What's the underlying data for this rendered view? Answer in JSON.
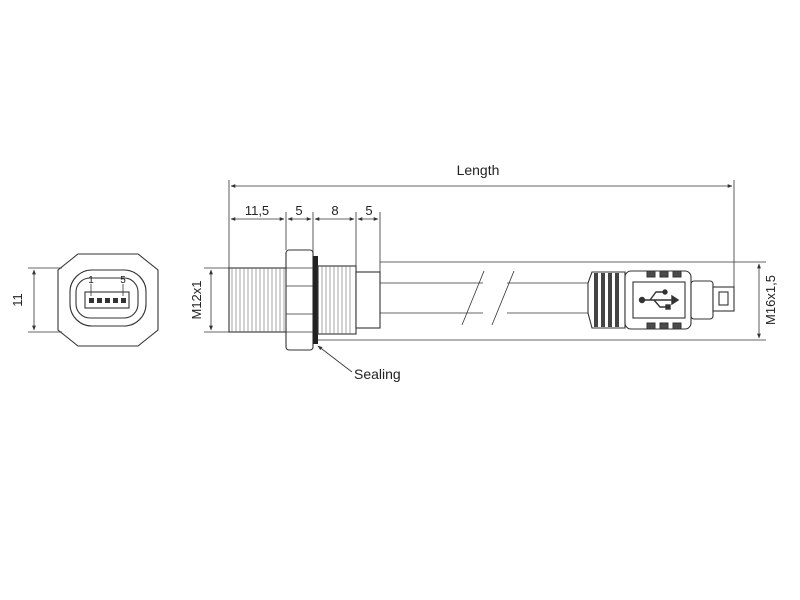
{
  "labels": {
    "length": "Length",
    "dim_a": "11,5",
    "dim_b": "5",
    "dim_c": "8",
    "dim_d": "5",
    "thread_m12": "M12x1",
    "thread_m16": "M16x1,5",
    "face_height": "11",
    "pin_1": "1",
    "pin_5": "5",
    "sealing": "Sealing"
  },
  "icons": {
    "usb": "usb-icon"
  }
}
